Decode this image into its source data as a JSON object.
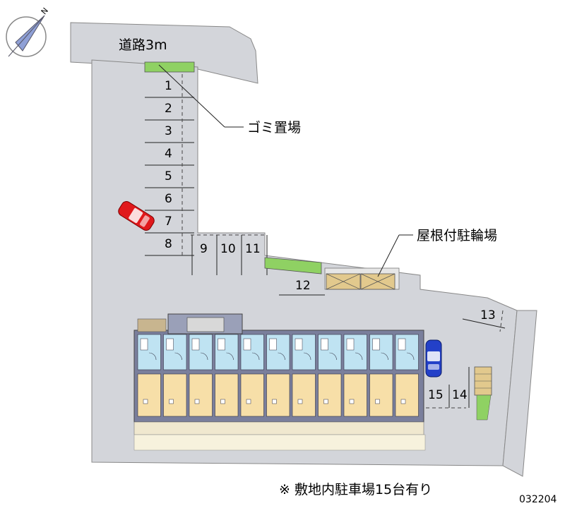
{
  "road_label": "道路3m",
  "callouts": {
    "garbage": "ゴミ置場",
    "bike_parking": "屋根付駐輪場"
  },
  "parking_spaces": [
    "1",
    "2",
    "3",
    "4",
    "5",
    "6",
    "7",
    "8",
    "9",
    "10",
    "11",
    "12",
    "13",
    "14",
    "15"
  ],
  "footer_note": "※ 敷地内駐車場15台有り",
  "code": "032204",
  "compass": {
    "label": "N"
  },
  "colors": {
    "lot": "#d3d5da",
    "building": "#7a7f9c",
    "unit_floor": "#f7dfa8",
    "unit_interior": "#bfe3f2",
    "red_car": "#e0191c",
    "blue_car": "#2340c8",
    "green": "#8fd163",
    "bike_roof": "#e2c98d"
  }
}
